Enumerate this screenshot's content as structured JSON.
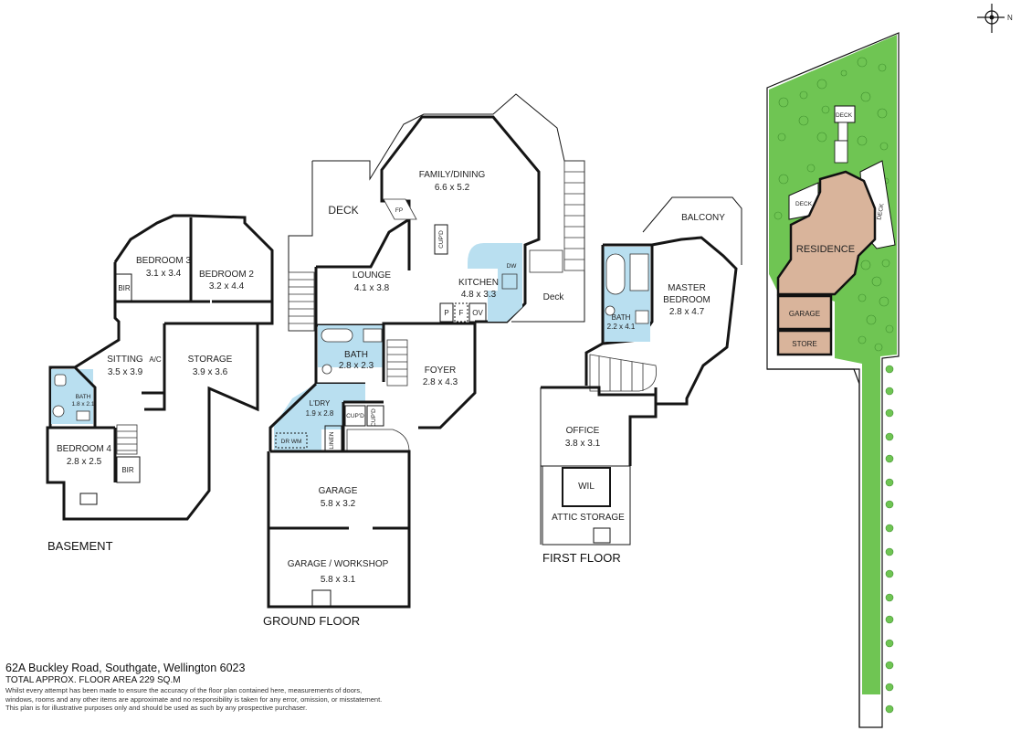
{
  "floors": {
    "basement": "BASEMENT",
    "ground": "GROUND FLOOR",
    "first": "FIRST FLOOR"
  },
  "rooms": {
    "bedroom3": {
      "name": "BEDROOM 3",
      "size": "3.1 x 3.4"
    },
    "bedroom2": {
      "name": "BEDROOM 2",
      "size": "3.2 x 4.4"
    },
    "sitting": {
      "name": "SITTING",
      "size": "3.5 x 3.9"
    },
    "storage": {
      "name": "STORAGE",
      "size": "3.9 x 3.6"
    },
    "bath_basement": {
      "name": "BATH",
      "size": "1.8 x 2.1"
    },
    "bedroom4": {
      "name": "BEDROOM 4",
      "size": "2.8 x 2.5"
    },
    "bir": "BIR",
    "ac": "A/C",
    "deck": "DECK",
    "deck_small": "Deck",
    "family_dining": {
      "name": "FAMILY/DINING",
      "size": "6.6 x 5.2"
    },
    "fp": "FP",
    "cupd": "CUP'D",
    "lounge": {
      "name": "LOUNGE",
      "size": "4.1 x 3.8"
    },
    "kitchen": {
      "name": "KITCHEN",
      "size": "4.8 x 3.3"
    },
    "dw": "DW",
    "p": "P",
    "f": "F",
    "ov": "OV",
    "bath_ground": {
      "name": "BATH",
      "size": "2.8 x 2.3"
    },
    "foyer": {
      "name": "FOYER",
      "size": "2.8 x 4.3"
    },
    "laundry": {
      "name": "L'DRY",
      "size": "1.9 x 2.8"
    },
    "linen": "LINEN",
    "dr_wm": "DR WM",
    "garage": {
      "name": "GARAGE",
      "size": "5.8 x 3.2"
    },
    "garage_workshop": {
      "name": "GARAGE / WORKSHOP",
      "size": "5.8 x 3.1"
    },
    "balcony": "BALCONY",
    "master": {
      "name1": "MASTER",
      "name2": "BEDROOM",
      "size": "2.8 x 4.7"
    },
    "bath_first": {
      "name": "BATH",
      "size": "2.2 x 4.1"
    },
    "office": {
      "name": "OFFICE",
      "size": "3.8 x 3.1"
    },
    "wil": "WIL",
    "attic": "ATTIC STORAGE"
  },
  "site": {
    "north": "N",
    "deck": "DECK",
    "residence": "RESIDENCE",
    "garage": "GARAGE",
    "store": "STORE",
    "colors": {
      "lawn": "#6fc553",
      "residence": "#d9b49b",
      "outbuilding": "#d9b49b"
    }
  },
  "colors": {
    "wet_area": "#b9dff0",
    "walls": "#151515"
  },
  "footer": {
    "address": "62A Buckley Road, Southgate, Wellington 6023",
    "area": "TOTAL APPROX. FLOOR AREA 229 SQ.M",
    "disclaimer1": "Whilst every attempt has been made to ensure the accuracy of the floor plan contained here, measurements of doors,",
    "disclaimer2": "windows, rooms and any other items are approximate and no responsibility is taken for any error, omission, or misstatement.",
    "disclaimer3": "This plan is for illustrative purposes only and should be used as such by any prospective purchaser."
  }
}
